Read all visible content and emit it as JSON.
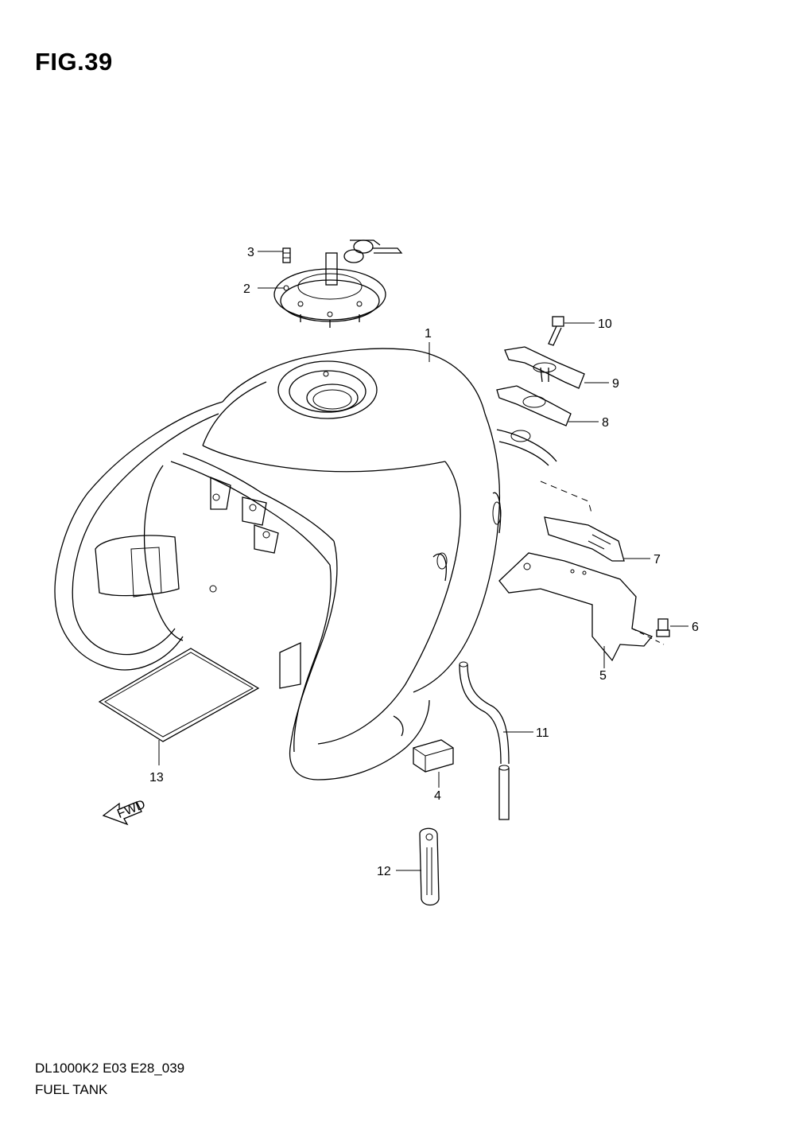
{
  "figure": {
    "title": "FIG.39",
    "model_code": "DL1000K2 E03 E28_039",
    "name": "FUEL TANK"
  },
  "fwd_label": "FWD",
  "parts": [
    {
      "id": "part-1",
      "label": "1"
    },
    {
      "id": "part-2",
      "label": "2"
    },
    {
      "id": "part-3",
      "label": "3"
    },
    {
      "id": "part-4",
      "label": "4"
    },
    {
      "id": "part-5",
      "label": "5"
    },
    {
      "id": "part-6",
      "label": "6"
    },
    {
      "id": "part-7",
      "label": "7"
    },
    {
      "id": "part-8",
      "label": "8"
    },
    {
      "id": "part-9",
      "label": "9"
    },
    {
      "id": "part-10",
      "label": "10"
    },
    {
      "id": "part-11",
      "label": "11"
    },
    {
      "id": "part-12",
      "label": "12"
    },
    {
      "id": "part-13",
      "label": "13"
    }
  ]
}
